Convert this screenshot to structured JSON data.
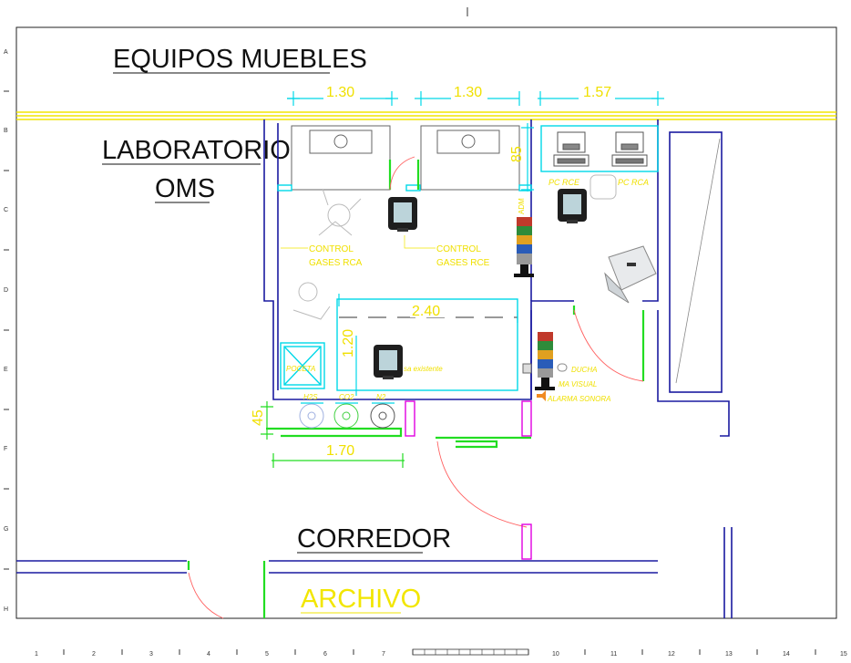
{
  "titles": {
    "equipos_muebles": "EQUIPOS MUEBLES",
    "laboratorio": "LABORATORIO",
    "oms": "OMS",
    "corredor": "CORREDOR",
    "archivo": "ARCHIVO"
  },
  "dimensions": {
    "top_1": "1.30",
    "top_2": "1.30",
    "top_3": "1.57",
    "vertical_pc": "85",
    "bench_width": "2.40",
    "bench_depth": "1.20",
    "cylinders_depth": "45",
    "cylinders_width": "1.70"
  },
  "labels": {
    "control_rca_1": "CONTROL",
    "control_rca_2": "GASES RCA",
    "control_rce_1": "CONTROL",
    "control_rce_2": "GASES RCE",
    "pc_rce": "PC RCE",
    "pc_rca": "PC RCA",
    "poceta": "POCETA",
    "mesa": "sa existente",
    "h2s": "H2S",
    "co2": "CO2",
    "n2": "N2",
    "ducha": "DUCHA",
    "alarma_visual": "MA VISUAL",
    "alarma_sonora": "ALARMA SONORA",
    "adm": "ADM"
  },
  "ruler": {
    "rows": [
      "A",
      "B",
      "C",
      "D",
      "E",
      "F",
      "G",
      "H"
    ],
    "columns": [
      "1",
      "2",
      "3",
      "4",
      "5",
      "6",
      "7",
      "10",
      "11",
      "12",
      "13",
      "14",
      "15"
    ]
  },
  "colors": {
    "wall": "#1a1aa0",
    "dimension": "#f0e000",
    "cyan": "#00d8e8",
    "green": "#22dd22",
    "magenta": "#e000e0",
    "door_arc": "#ff5a5a"
  }
}
